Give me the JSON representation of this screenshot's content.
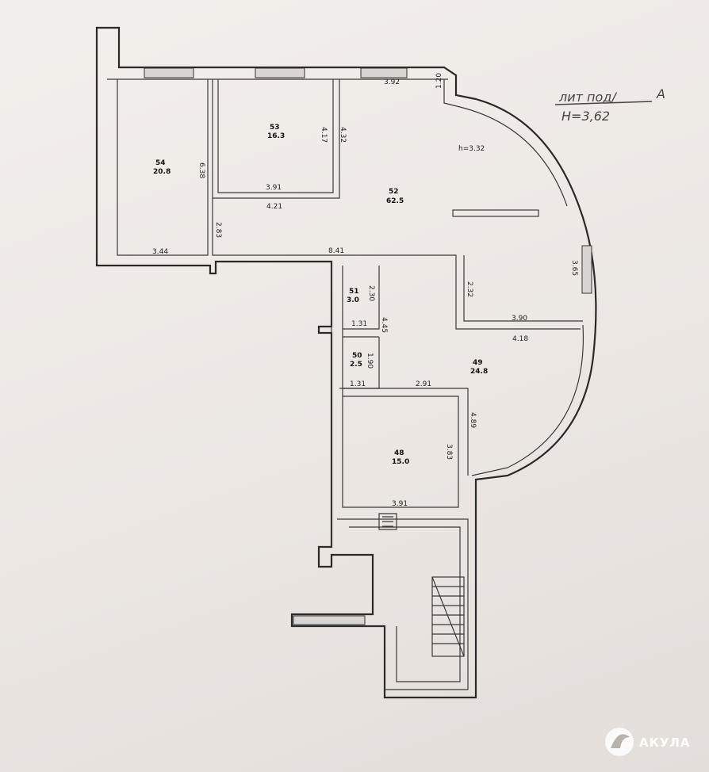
{
  "title": {
    "line1": "лит под/",
    "letter": "А",
    "line2": "H=3,62"
  },
  "ceiling_note": "h=3.32",
  "rooms": [
    {
      "number": "54",
      "area": "20.8"
    },
    {
      "number": "53",
      "area": "16.3"
    },
    {
      "number": "52",
      "area": "62.5"
    },
    {
      "number": "51",
      "area": "3.0"
    },
    {
      "number": "50",
      "area": "2.5"
    },
    {
      "number": "49",
      "area": "24.8"
    },
    {
      "number": "48",
      "area": "15.0"
    }
  ],
  "dimensions": {
    "d392": "3.92",
    "d120": "1.20",
    "d638": "6.38",
    "d417": "4.17",
    "d432": "4.32",
    "d391a": "3.91",
    "d421": "4.21",
    "d283": "2.83",
    "d344": "3.44",
    "d841": "8.41",
    "d232": "2.32",
    "d365": "3.65",
    "d390": "3.90",
    "d418": "4.18",
    "d445": "4.45",
    "d131a": "1.31",
    "d190": "1.90",
    "d131b": "1.31",
    "d291": "2.91",
    "d489": "4.89",
    "d383": "3.83",
    "d391b": "3.91",
    "d230": "2.30"
  },
  "watermark": "АКУЛА"
}
